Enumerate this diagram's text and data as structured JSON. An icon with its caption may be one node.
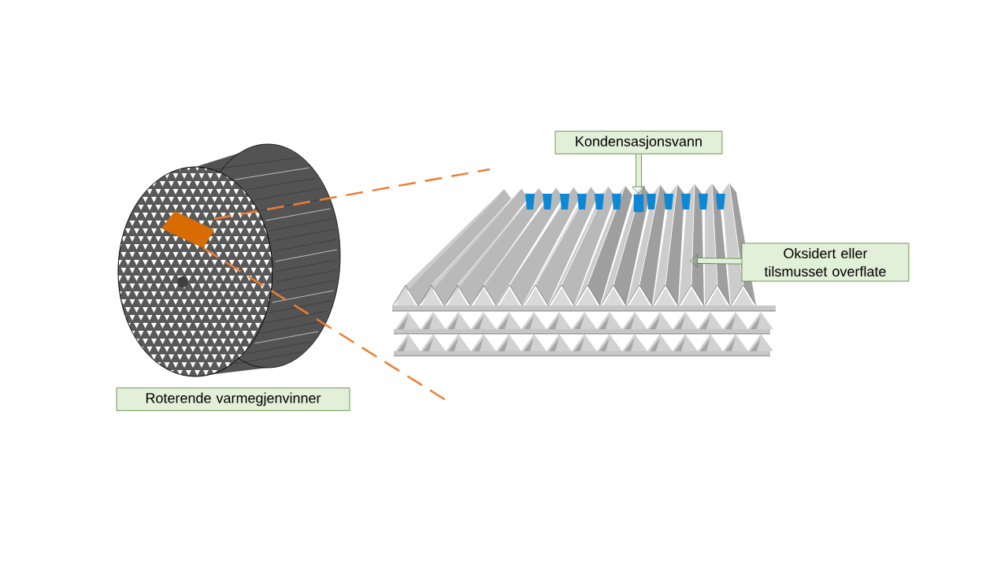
{
  "diagram": {
    "nodes": [
      {
        "text": [
          "Roterende varmegjenvinner"
        ]
      },
      {
        "text": [
          "Kondensasjonsvann"
        ]
      },
      {
        "text": [
          "Oksidert eller tilsmusset overflate"
        ]
      },
      {
        "text": [],
        "shape": "box"
      }
    ],
    "edges": [
      {
        "from": 1,
        "to": 3,
        "arrow": "to"
      },
      {
        "from": 2,
        "to": null,
        "arrow": "to"
      }
    ]
  }
}
